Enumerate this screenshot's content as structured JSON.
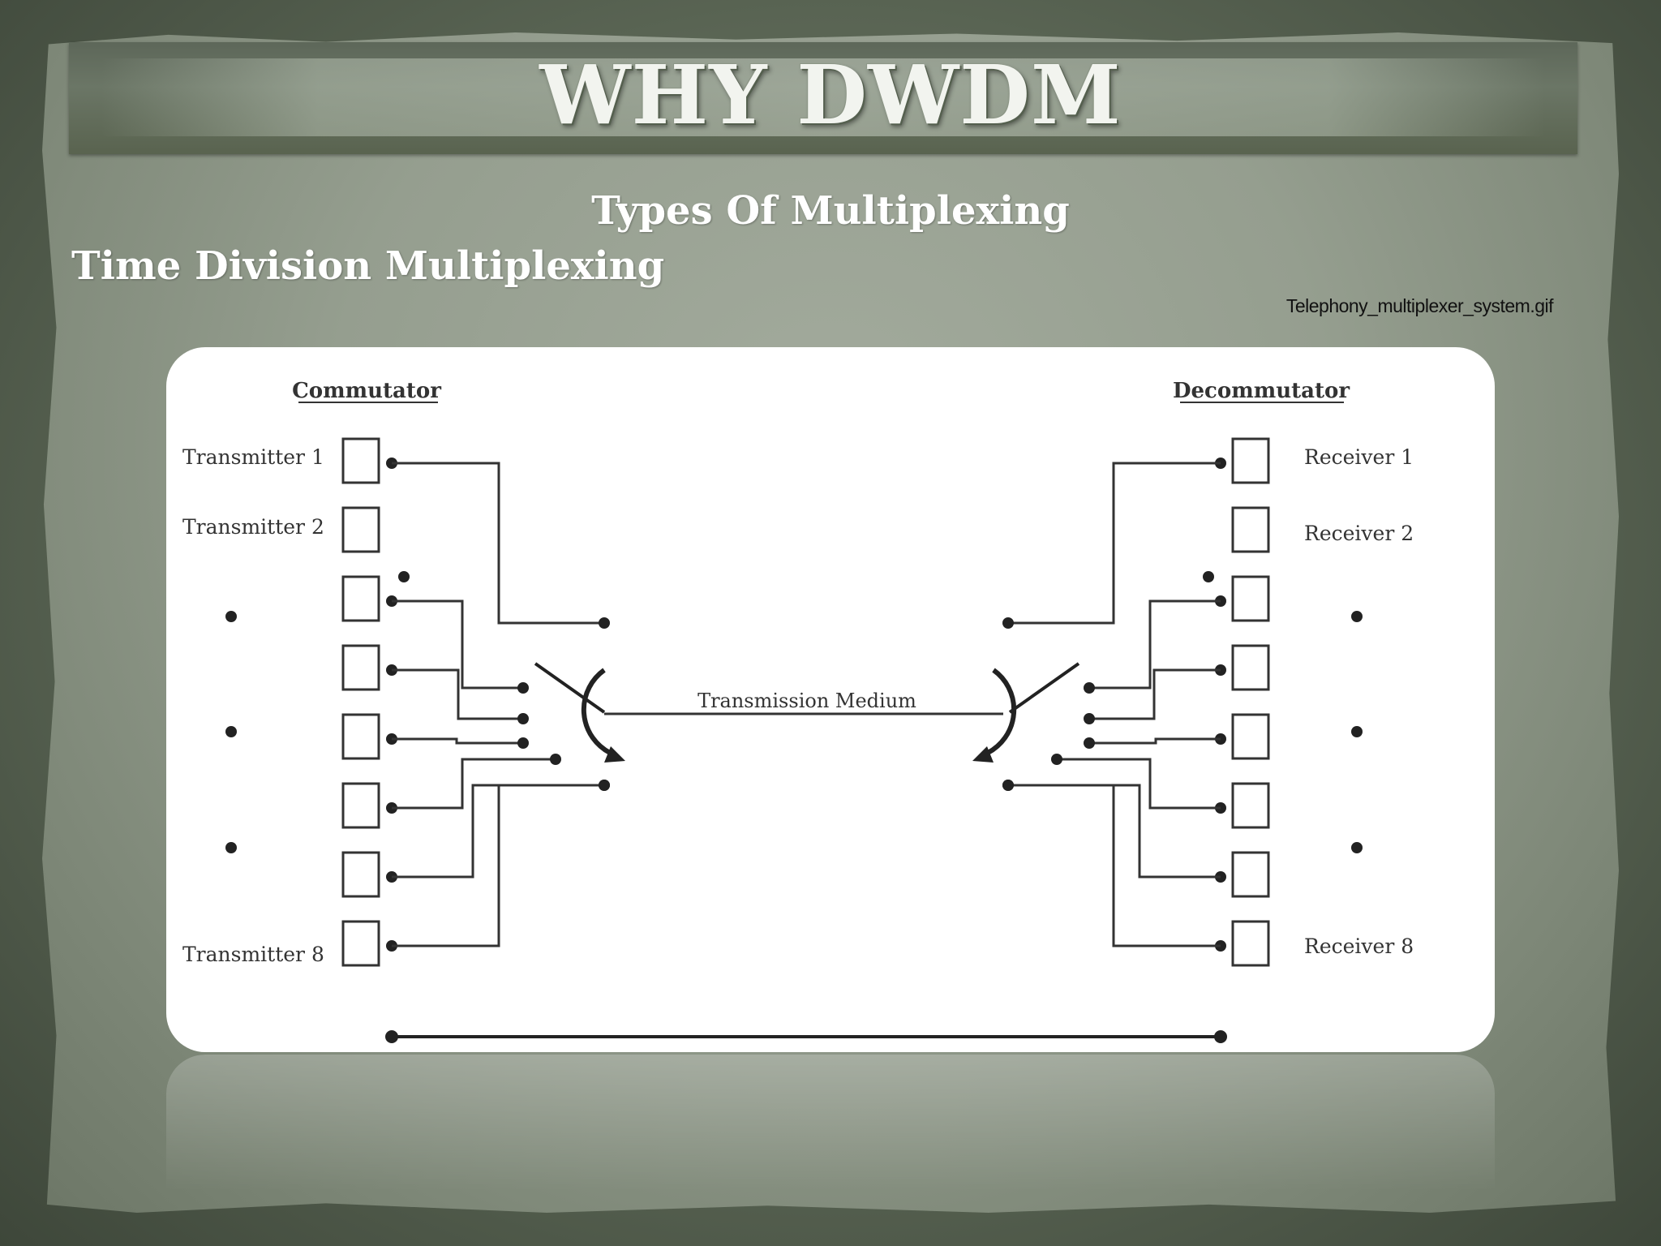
{
  "slide": {
    "title": "WHY DWDM",
    "subtitle": "Types Of Multiplexing",
    "heading": "Time Division Multiplexing",
    "image_caption": "Telephony_multiplexer_system.gif"
  },
  "diagram": {
    "commutator_label": "Commutator",
    "decommutator_label": "Decommutator",
    "medium_label": "Transmission Medium",
    "transmitter_labels": [
      "Transmitter 1",
      "Transmitter 2",
      "Transmitter 8"
    ],
    "receiver_labels": [
      "Receiver 1",
      "Receiver 2",
      "Receiver 8"
    ],
    "transmitter_count": 8,
    "receiver_count": 8
  },
  "colors": {
    "background": "#5a6554",
    "paper": "#959e8f",
    "title_text": "#f2f4ef",
    "heading_text": "#ffffff",
    "diagram_ink": "#222222"
  }
}
